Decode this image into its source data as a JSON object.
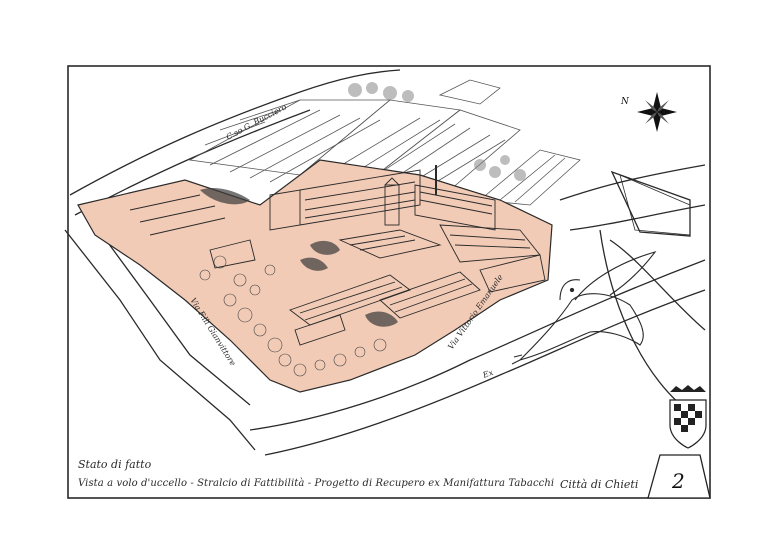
{
  "map": {
    "caption_title": "Stato di fatto",
    "caption_description": "Vista a volo d'uccello - Stralcio di Fattibilità - Progetto di Recupero ex Manifattura Tabacchi",
    "city_label": "Città di Chieti",
    "sheet_number": "2",
    "compass_label": "N",
    "streets": [
      {
        "name": "C.so G. Bucciero"
      },
      {
        "name": "Via F.lli Gianvittore"
      },
      {
        "name": "Via Vittorio Emanuele"
      },
      {
        "name": "Ex"
      }
    ]
  },
  "colors": {
    "highlight_fill": "#f2cbb6",
    "ink": "#1f1f1f",
    "paper": "#ffffff"
  },
  "icons": {
    "compass": "compass-rose-icon",
    "seagull": "seagull-icon",
    "coat_of_arms": "coat-of-arms-icon"
  }
}
